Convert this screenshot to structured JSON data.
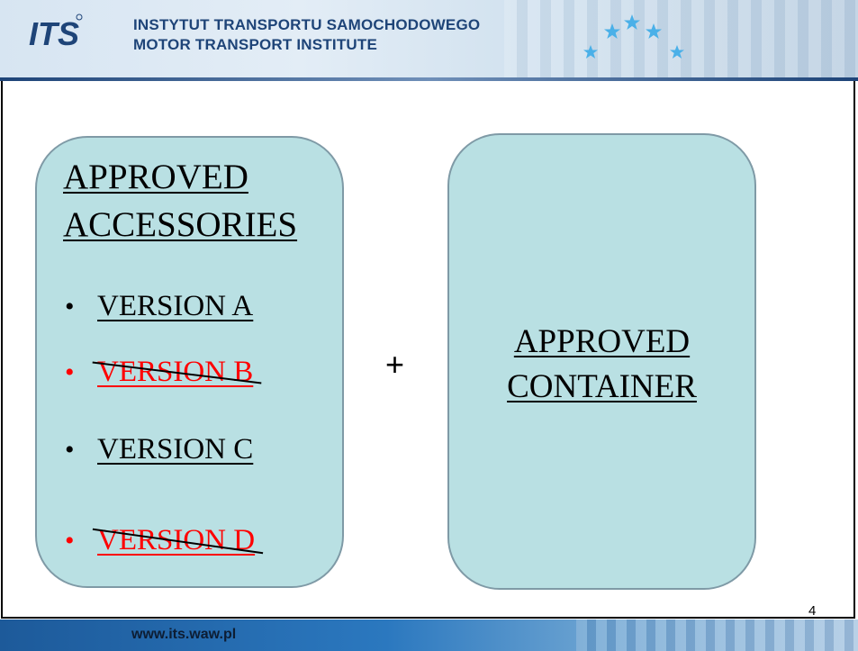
{
  "header": {
    "title_line1": "INSTYTUT TRANSPORTU SAMOCHODOWEGO",
    "title_line2": "MOTOR TRANSPORT INSTITUTE",
    "logo": "ITS",
    "stars_icon": "eu-stars-icon"
  },
  "left_box": {
    "heading_line1": "APPROVED",
    "heading_line2": "ACCESSORIES",
    "items": [
      {
        "label": "VERSION A",
        "struck": false,
        "color": "#000000"
      },
      {
        "label": "VERSION B",
        "struck": true,
        "color": "#ff0000"
      },
      {
        "label": "VERSION C",
        "struck": false,
        "color": "#000000"
      },
      {
        "label": "VERSION D",
        "struck": true,
        "color": "#ff0000"
      }
    ]
  },
  "operator": "+",
  "right_box": {
    "line1": "APPROVED",
    "line2": "CONTAINER"
  },
  "page_number": "4",
  "footer": {
    "url": "www.its.waw.pl"
  },
  "colors": {
    "box_fill": "#b9e0e3",
    "header_text": "#1e4478",
    "struck_text": "#ff0000"
  }
}
